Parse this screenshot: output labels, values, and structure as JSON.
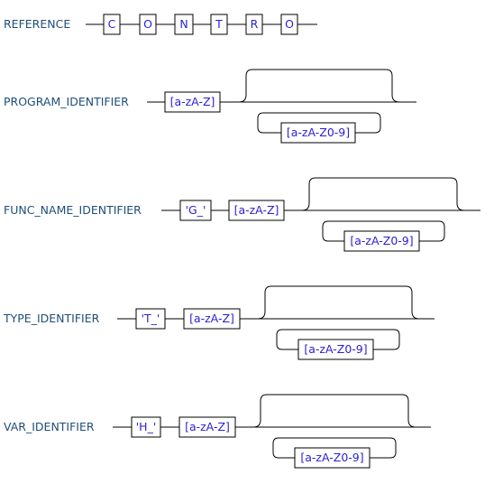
{
  "rules": [
    {
      "name": "REFERENCE",
      "tokens": [
        "C",
        "O",
        "N",
        "T",
        "R",
        "O"
      ]
    },
    {
      "name": "PROGRAM_IDENTIFIER",
      "tokens": [
        "[a-zA-Z]"
      ],
      "loop_token": "[a-zA-Z0-9]"
    },
    {
      "name": "FUNC_NAME_IDENTIFIER",
      "tokens": [
        "'G_'",
        "[a-zA-Z]"
      ],
      "loop_token": "[a-zA-Z0-9]"
    },
    {
      "name": "TYPE_IDENTIFIER",
      "tokens": [
        "'T_'",
        "[a-zA-Z]"
      ],
      "loop_token": "[a-zA-Z0-9]"
    },
    {
      "name": "VAR_IDENTIFIER",
      "tokens": [
        "'H_'",
        "[a-zA-Z]"
      ],
      "loop_token": "[a-zA-Z0-9]"
    }
  ]
}
